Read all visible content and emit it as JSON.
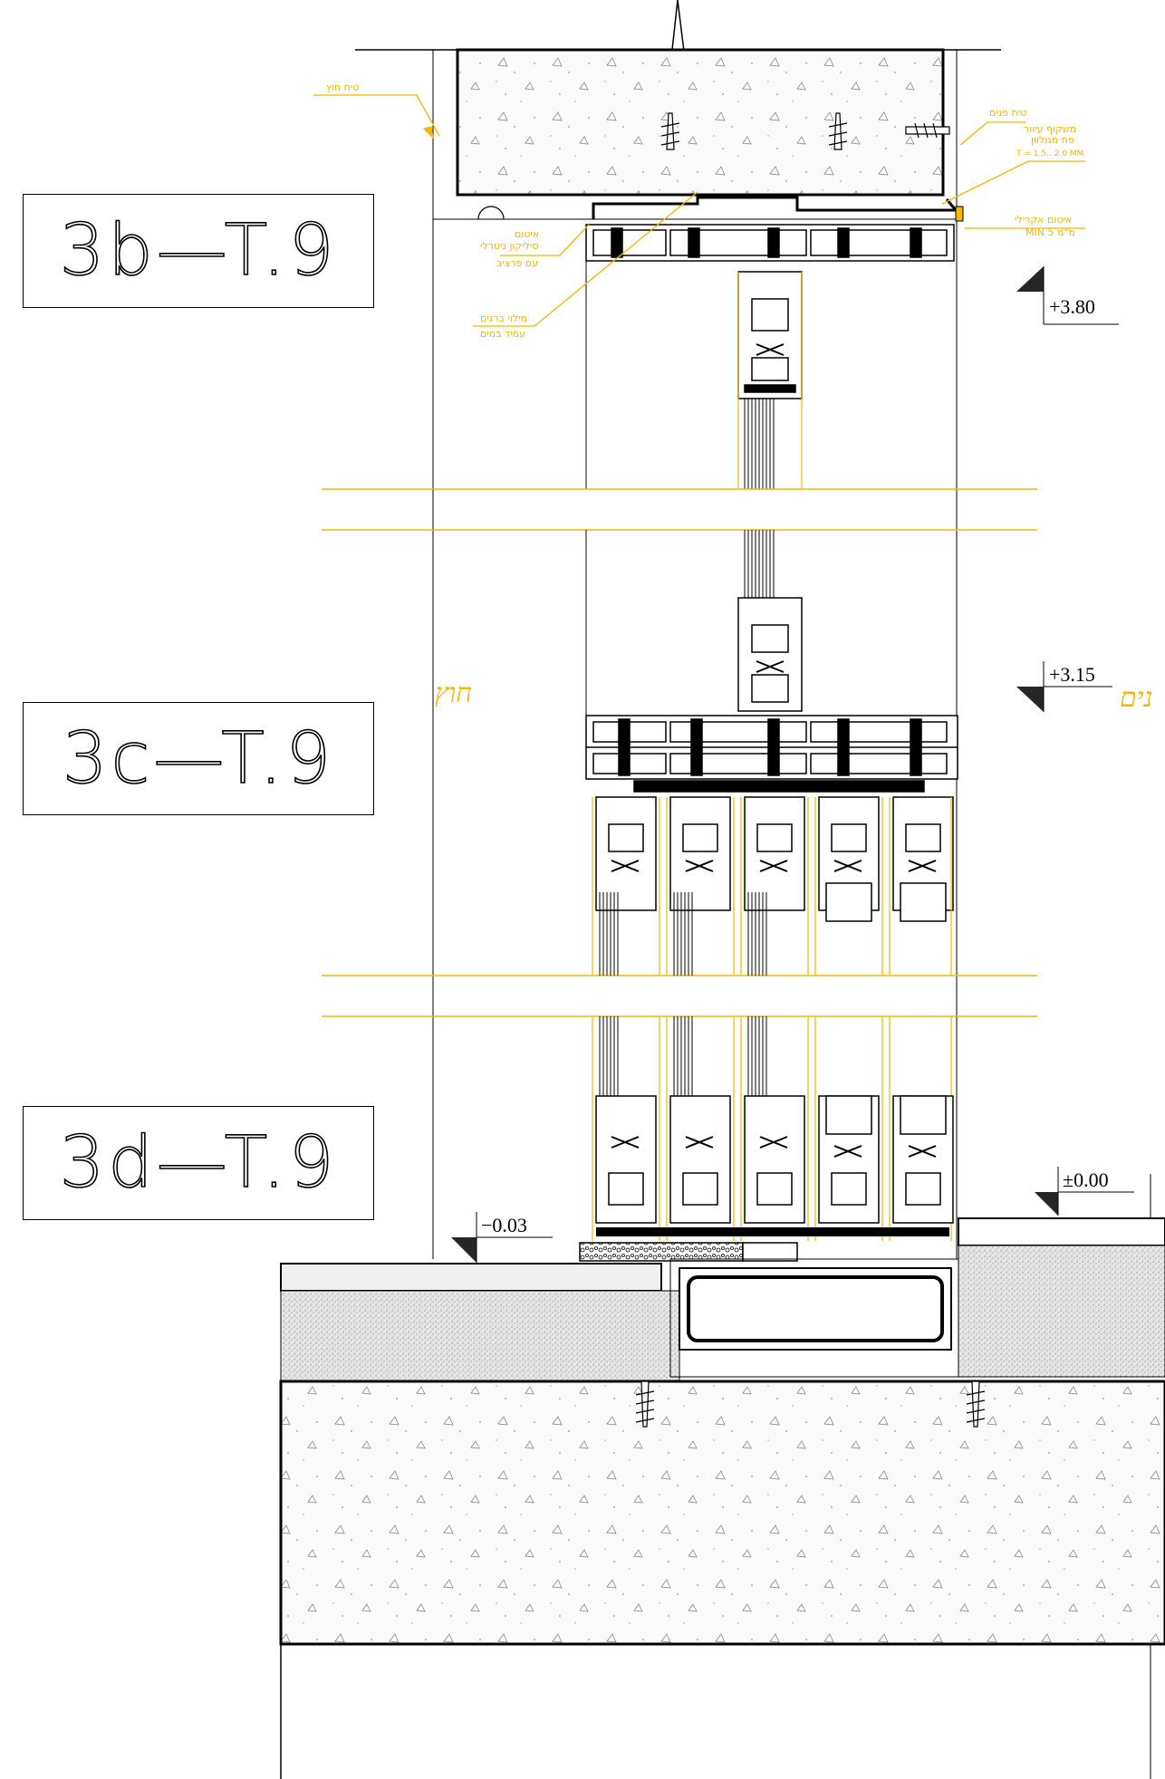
{
  "section_tags": [
    {
      "id": "3b",
      "text": "3b—T.9"
    },
    {
      "id": "3c",
      "text": "3c—T.9"
    },
    {
      "id": "3d",
      "text": "3d—T.9"
    }
  ],
  "levels": {
    "top": "+3.80",
    "mid": "+3.15",
    "floor": "±0.00",
    "outside": "−0.03"
  },
  "side_labels": {
    "outside": "חוץ",
    "inside": "נים"
  },
  "callouts": {
    "exterior_plaster": "טיח חוץ",
    "interior_plaster": "טיח פנים",
    "flashing_1": "משקוף עיוור",
    "flashing_2": "פח מגולוון",
    "flashing_3": "T = 1.5...2.0 MM",
    "sealant_1": "איטום",
    "sealant_2": "סיליקון ניטרלי",
    "sealant_3": "עם פרציב",
    "acrylic_1": "איטום אקרילי",
    "acrylic_2": "MIN 5 מ\"מ",
    "screws_1": "מילוי ברגים",
    "screws_2": "עמיד במים"
  },
  "colors": {
    "line": "#000000",
    "accent": "#f2b705",
    "concrete": "#f4f4f4"
  }
}
